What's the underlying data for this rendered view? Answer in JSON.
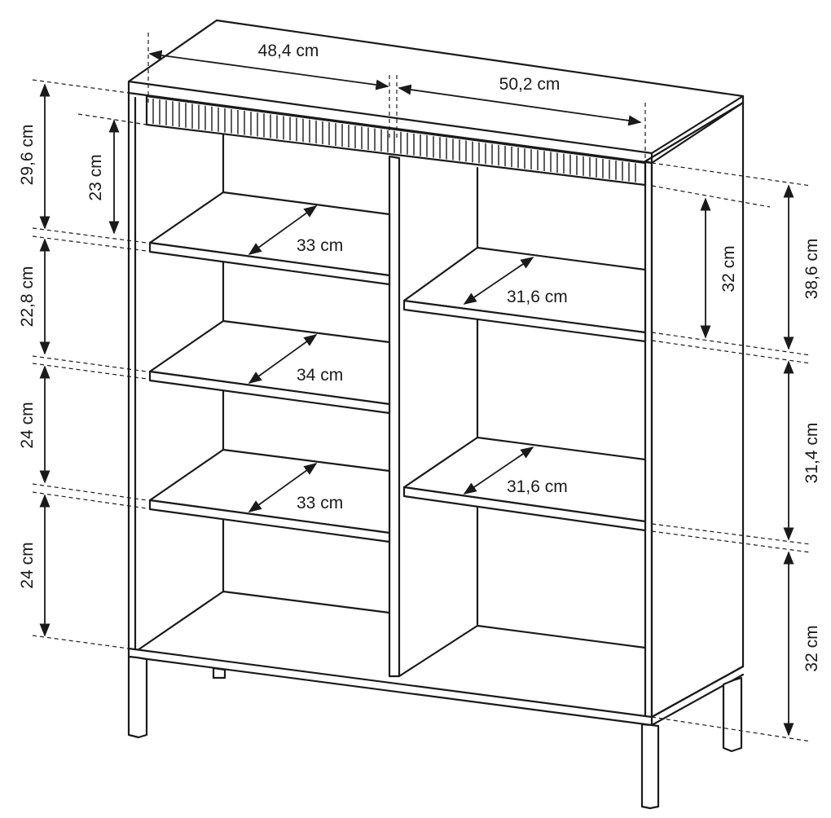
{
  "diagram": {
    "top_width_left": "48,4 cm",
    "top_width_right": "50,2 cm",
    "left_heights": [
      "29,6 cm",
      "23 cm",
      "22,8 cm",
      "24 cm",
      "24 cm"
    ],
    "right_heights": [
      "38,6 cm",
      "32 cm",
      "31,4 cm",
      "32 cm"
    ],
    "shelf_depths_left": [
      "33 cm",
      "34 cm",
      "33 cm"
    ],
    "shelf_depths_right": [
      "31,6 cm",
      "31,6 cm"
    ]
  },
  "colors": {
    "line": "#1a1a1a",
    "background": "#ffffff"
  }
}
